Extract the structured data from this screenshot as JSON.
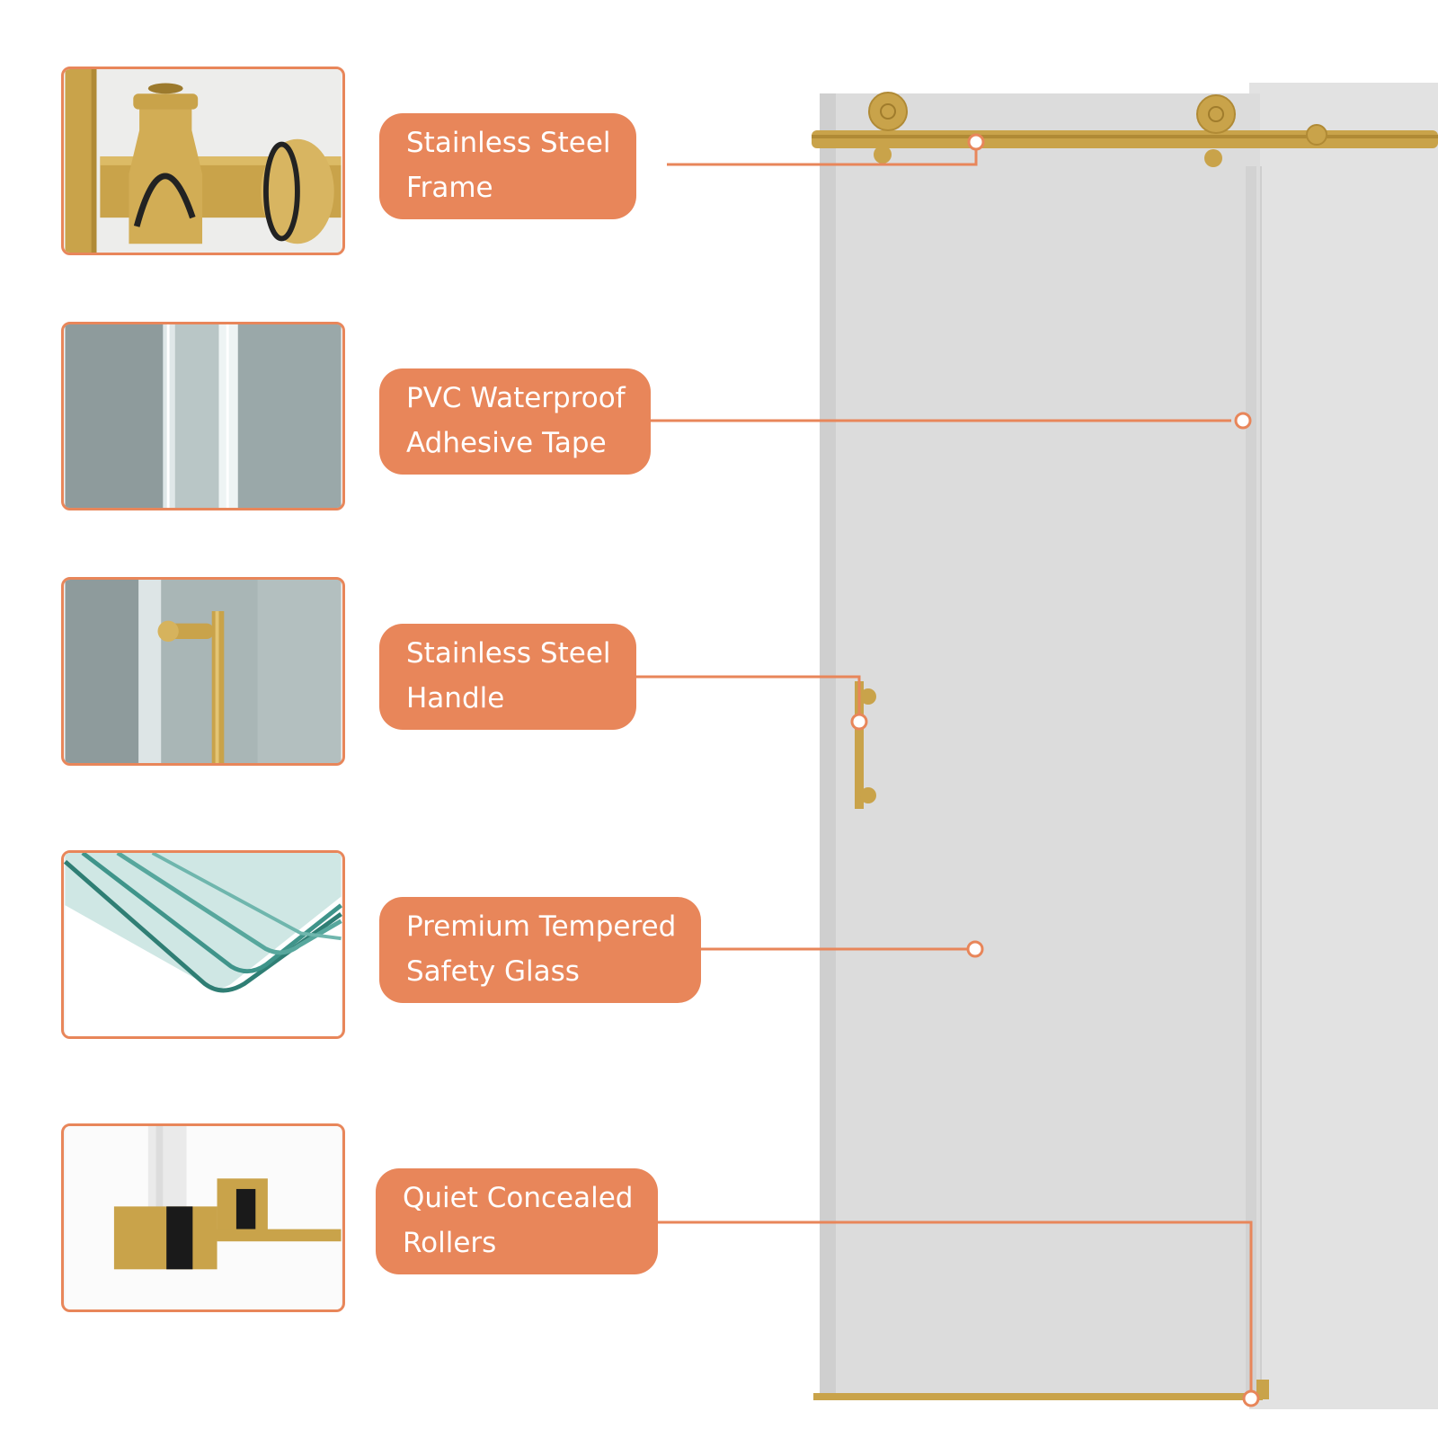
{
  "features": [
    {
      "id": "frame",
      "line1": "Stainless Steel",
      "line2": "Frame"
    },
    {
      "id": "tape",
      "line1": "PVC Waterproof",
      "line2": "Adhesive Tape"
    },
    {
      "id": "handle",
      "line1": "Stainless Steel",
      "line2": "Handle"
    },
    {
      "id": "glass",
      "line1": "Premium Tempered",
      "line2": "Safety Glass"
    },
    {
      "id": "rollers",
      "line1": "Quiet Concealed",
      "line2": "Rollers"
    }
  ],
  "colors": {
    "accent": "#e8865a",
    "brass": "#c9a34a",
    "glass": "#dedede"
  },
  "icons": [
    "roller-clamp-icon",
    "adhesive-tape-icon",
    "door-handle-icon",
    "glass-panes-icon",
    "floor-guide-icon"
  ]
}
